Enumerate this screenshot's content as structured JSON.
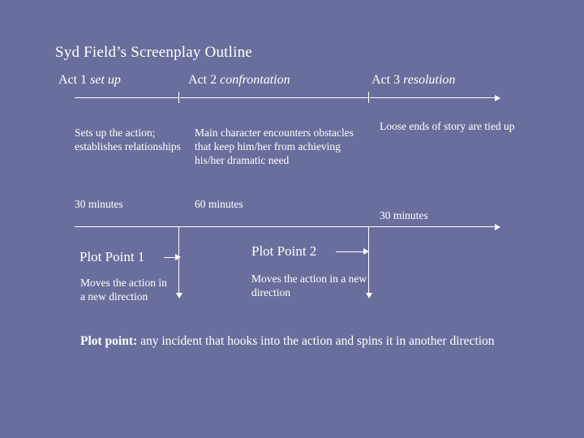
{
  "slide": {
    "title": "Syd Field’s Screenplay Outline",
    "background_color": "#6a6e9c",
    "text_color": "#ffffff"
  },
  "acts": [
    {
      "heading_plain": "Act 1 ",
      "heading_italic": "set up",
      "description": "Sets up the action; establishes relationships",
      "duration": "30 minutes"
    },
    {
      "heading_plain": "Act 2 ",
      "heading_italic": "confrontation",
      "description": "Main character encounters obstacles that keep him/her from achieving his/her dramatic need",
      "duration": "60 minutes"
    },
    {
      "heading_plain": "Act 3 ",
      "heading_italic": "resolution",
      "description": "Loose ends of story are tied up",
      "duration": "30 minutes"
    }
  ],
  "plot_points": [
    {
      "label": "Plot Point 1",
      "description": "Moves the action in a new direction"
    },
    {
      "label": "Plot Point 2",
      "description": "Moves the action in a new direction"
    }
  ],
  "footer": {
    "lead": "Plot point:",
    "rest": " any incident that hooks into the action and spins it in another direction"
  }
}
